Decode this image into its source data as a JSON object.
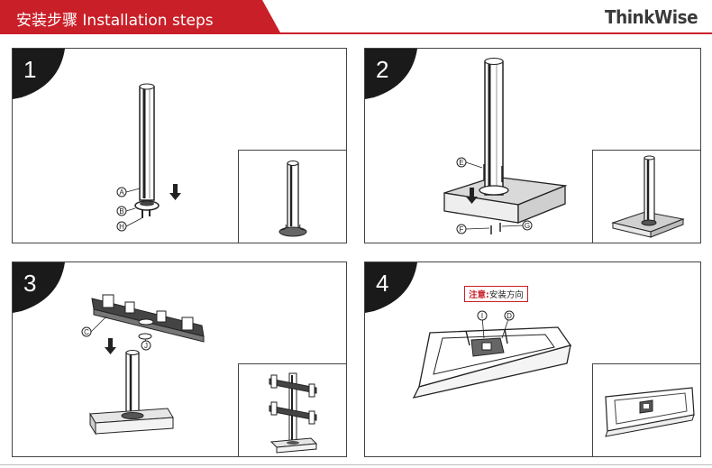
{
  "header": {
    "title": "安装步骤  Installation steps",
    "brand": "ThinkWise"
  },
  "steps": [
    {
      "number": "1",
      "callouts": [
        "A",
        "B",
        "H"
      ]
    },
    {
      "number": "2",
      "callouts": [
        "E",
        "F",
        "G"
      ]
    },
    {
      "number": "3",
      "callouts": [
        "C",
        "J"
      ]
    },
    {
      "number": "4",
      "callouts": [
        "I",
        "D"
      ],
      "notice_warning": "注意:",
      "notice_text": "安装方向"
    }
  ],
  "colors": {
    "accent": "#c91f28",
    "step_badge": "#1a1a1a",
    "base_gray": "#d9d9d9"
  }
}
